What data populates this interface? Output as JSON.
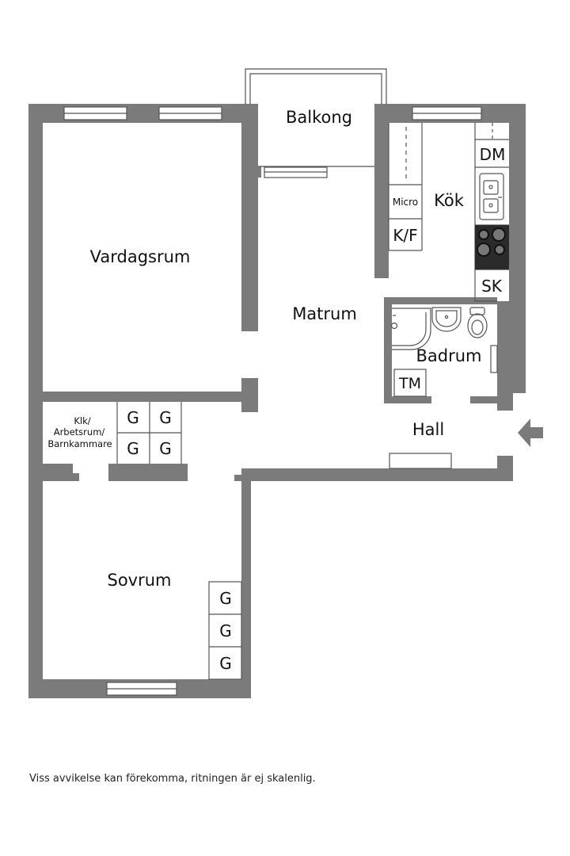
{
  "rooms": {
    "balkong": "Balkong",
    "kok": "Kök",
    "vardagsrum": "Vardagsrum",
    "matrum": "Matrum",
    "badrum": "Badrum",
    "hall": "Hall",
    "klk_line1": "Klk/",
    "klk_line2": "Arbetsrum/",
    "klk_line3": "Barnkammare",
    "sovrum": "Sovrum"
  },
  "fixtures": {
    "dm": "DM",
    "micro": "Micro",
    "kf": "K/F",
    "sk": "SK",
    "tm": "TM",
    "wardrobe": "G"
  },
  "colors": {
    "wall": "#7b7b7b",
    "floor": "#ffffff",
    "line": "#555555"
  },
  "entrance_arrow_icon": "arrow-left-icon",
  "disclaimer": "Viss avvikelse kan förekomma, ritningen är ej skalenlig."
}
